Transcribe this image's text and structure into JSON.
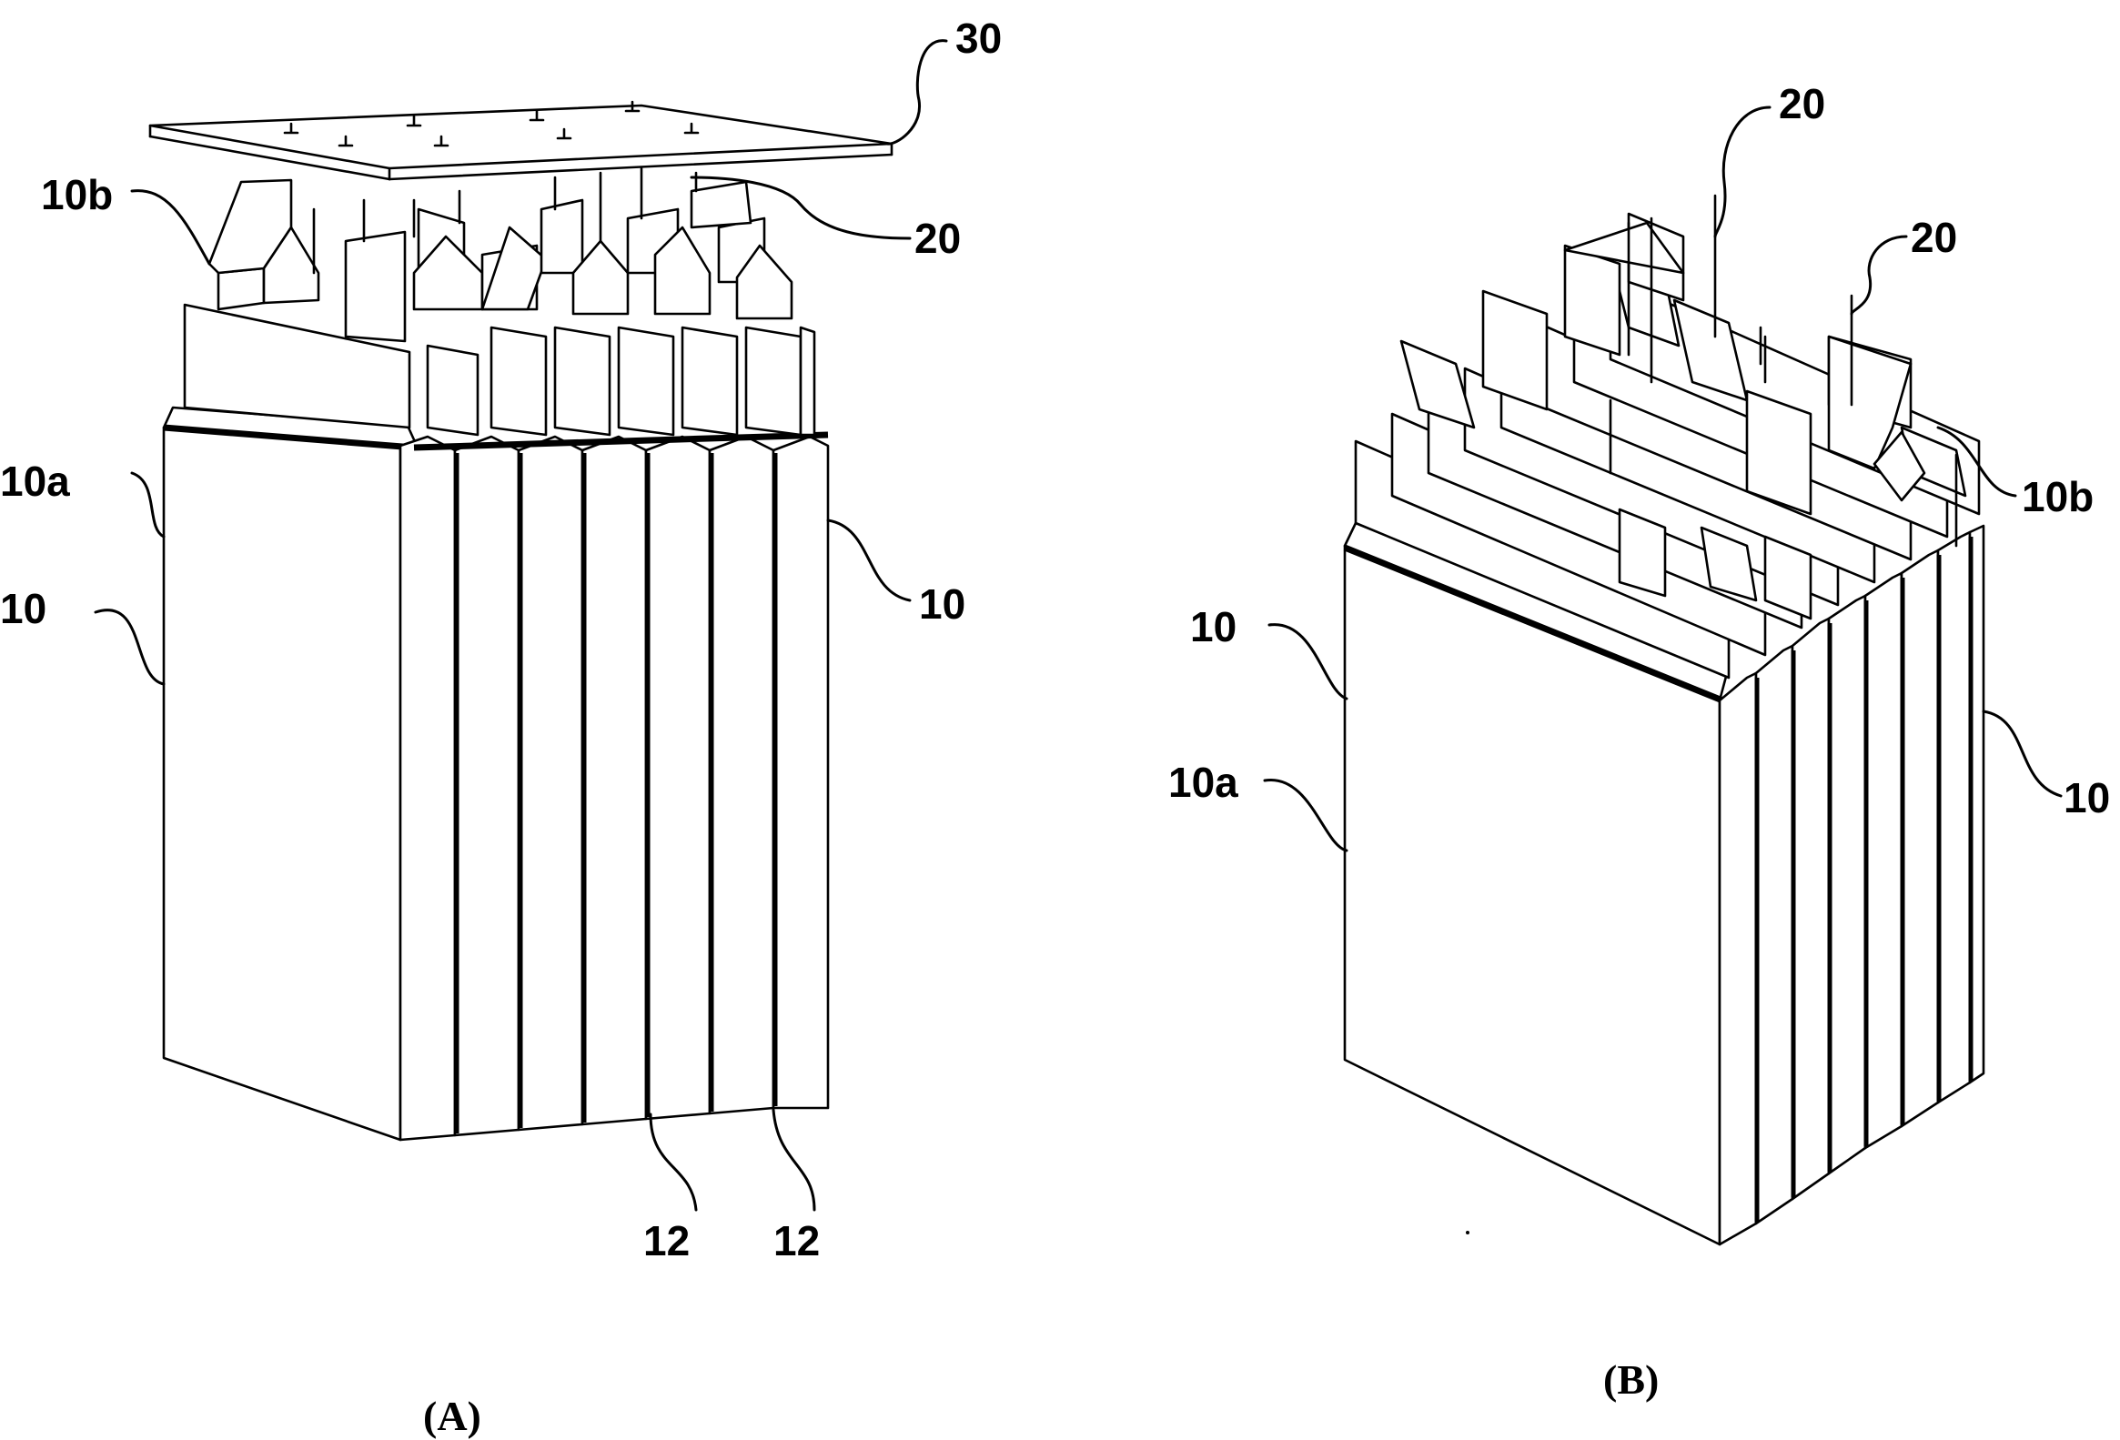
{
  "figure": {
    "panel_a": {
      "caption": "(A)",
      "labels": {
        "plate": "30",
        "lead": "20",
        "tab": "10b",
        "face": "10a",
        "cell_left": "10",
        "cell_right": "10",
        "spacer_1": "12",
        "spacer_2": "12"
      }
    },
    "panel_b": {
      "caption": "(B)",
      "labels": {
        "lead_top": "20",
        "lead_right": "20",
        "tab": "10b",
        "cell_left": "10",
        "face": "10a",
        "cell_right": "10"
      }
    }
  }
}
